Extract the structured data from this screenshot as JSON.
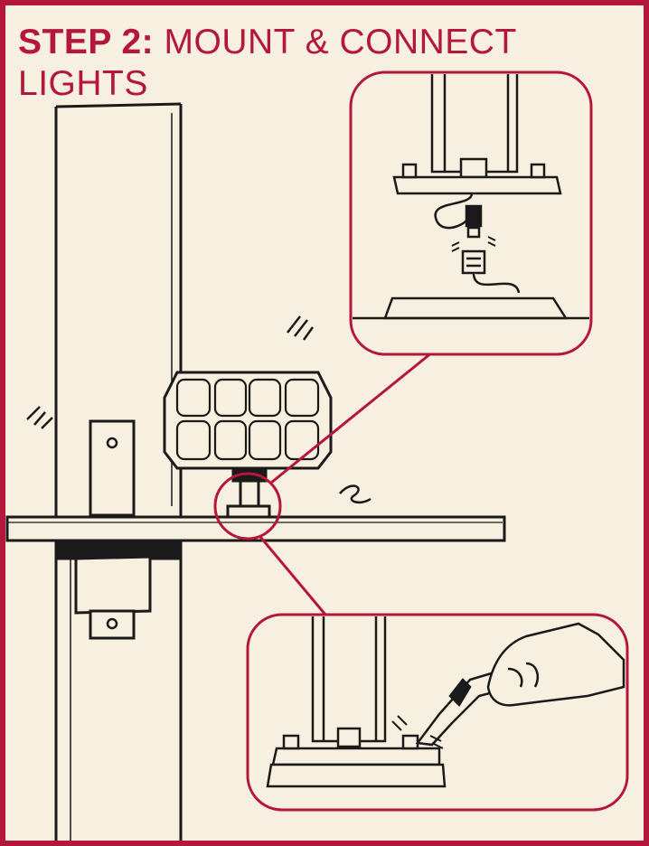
{
  "title": {
    "step": "STEP 2:",
    "text": "MOUNT & CONNECT LIGHTS"
  },
  "colors": {
    "accent": "#b5173c",
    "background": "#f7efdf",
    "ink": "#1a1a1a"
  },
  "illustrations": [
    "post-and-beam-with-solar-light-fixture",
    "zoom-inset-plug-connector",
    "zoom-inset-wrench-tightening-bolt"
  ]
}
